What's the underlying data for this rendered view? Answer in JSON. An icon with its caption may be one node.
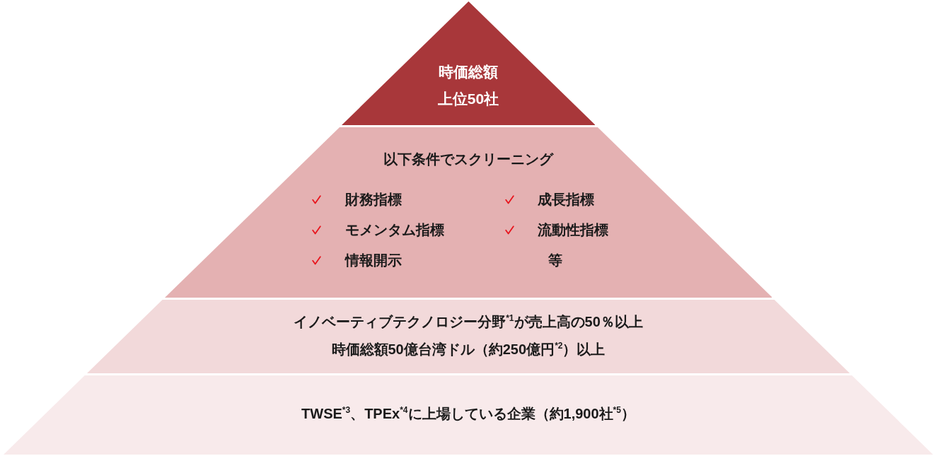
{
  "diagram": {
    "nodes": [
      {
        "text": [
          "時価総額上位50社"
        ]
      },
      {
        "text": [
          "以下条件でスクリーニング",
          "財務指標",
          "成長指標",
          "モメンタム指標",
          "流動性指標",
          "情報開示",
          "等"
        ]
      },
      {
        "text": [
          "イノベーティブテクノロジー分野$^{*1}$が売上高の50％以上",
          "時価総額50億台湾ドル（約250億円$^{*2}$）以上"
        ]
      },
      {
        "text": [
          "TWSE$^{*3}$、TPEx$^{*4}$に上場している企業（約1,900社$^{*5}$）"
        ]
      }
    ]
  }
}
